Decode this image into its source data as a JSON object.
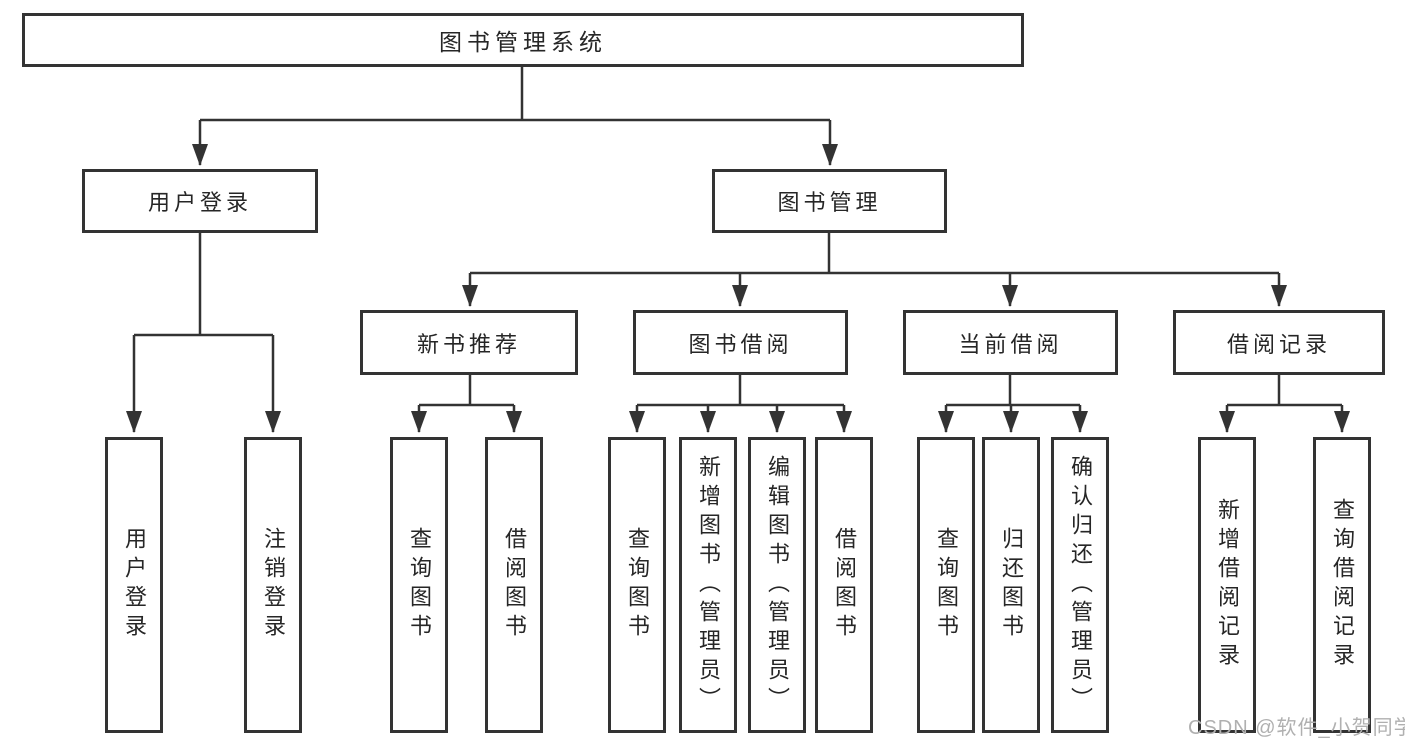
{
  "diagram": {
    "tree": {
      "label": "图书管理系统",
      "children": [
        {
          "label": "用户登录",
          "children": [
            {
              "label": "用户登录"
            },
            {
              "label": "注销登录"
            }
          ]
        },
        {
          "label": "图书管理",
          "children": [
            {
              "label": "新书推荐",
              "children": [
                {
                  "label": "查询图书"
                },
                {
                  "label": "借阅图书"
                }
              ]
            },
            {
              "label": "图书借阅",
              "children": [
                {
                  "label": "查询图书"
                },
                {
                  "label": "新增图书（管理员）"
                },
                {
                  "label": "编辑图书（管理员）"
                },
                {
                  "label": "借阅图书"
                }
              ]
            },
            {
              "label": "当前借阅",
              "children": [
                {
                  "label": "查询图书"
                },
                {
                  "label": "归还图书"
                },
                {
                  "label": "确认归还（管理员）"
                }
              ]
            },
            {
              "label": "借阅记录",
              "children": [
                {
                  "label": "新增借阅记录"
                },
                {
                  "label": "查询借阅记录"
                }
              ]
            }
          ]
        }
      ]
    },
    "colors": {
      "line": "#333333",
      "box_border": "#333333",
      "text": "#262626",
      "background": "#ffffff",
      "watermark": "#b0b0b0"
    }
  },
  "watermark": {
    "text": "CSDN @软件_小贺同学"
  }
}
